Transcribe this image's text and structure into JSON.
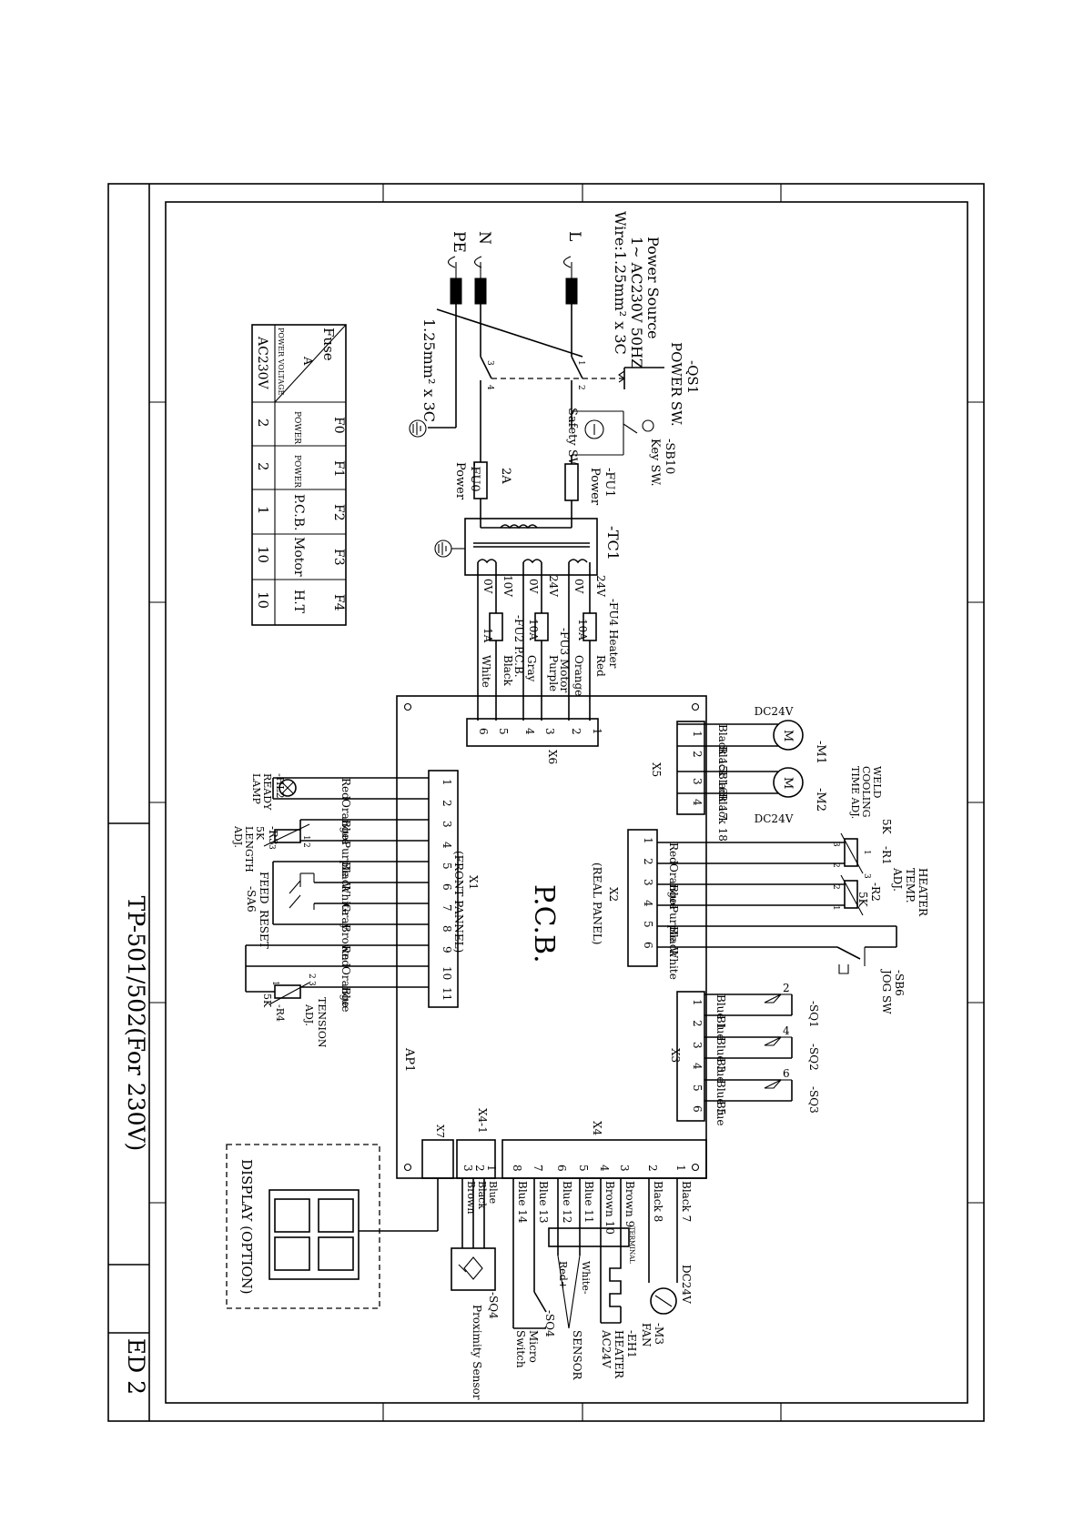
{
  "title_block": {
    "title": "TP-501/502(For 230V)",
    "edition": "ED 2"
  },
  "power": {
    "source_title": "Power Source",
    "source_spec": "1~   AC230V 50HZ",
    "wire_spec": "Wire:1.25mm² x 3C",
    "wire_spec2": "1.25mm² x 3C",
    "L": "L",
    "N": "N",
    "PE": "PE",
    "qs1": "-QS1",
    "qs1_name": "POWER SW.",
    "sb10": "-SB10",
    "sb10_name": "Key SW.",
    "safety": "Safety SW.",
    "safety_rating": "2A",
    "fu1": "-FU1",
    "fu1_name": "Power",
    "fu0": "-FU0",
    "fu0_name": "Power",
    "fu0_rating": "2A",
    "tc1": "-TC1",
    "t1": "1",
    "t2": "2",
    "t3": "3",
    "t4": "4"
  },
  "fuse_table": {
    "header_fuse": "Fuse",
    "header_a": "A",
    "header_voltage": "POWER VOLTAGE",
    "voltage": "AC230V",
    "columns": [
      {
        "name": "F0",
        "desc": "POWER",
        "value": "2"
      },
      {
        "name": "F1",
        "desc": "POWER",
        "value": "2"
      },
      {
        "name": "F2",
        "desc": "P.C.B.",
        "value": "1"
      },
      {
        "name": "F3",
        "desc": "Motor",
        "value": "10"
      },
      {
        "name": "F4",
        "desc": "H.T",
        "value": "10"
      }
    ]
  },
  "transformer_out": {
    "taps": [
      "24V",
      "0V",
      "24V",
      "0V",
      "10V",
      "0V"
    ],
    "fu4": "-FU4 Heater",
    "fu4_rating": "10A",
    "fu4_wires": [
      "Red",
      "Orange"
    ],
    "fu3": "-FU3 Motor",
    "fu3_rating": "10A",
    "fu3_wires": [
      "Purple",
      "Gray"
    ],
    "fu2": "-FU2 P.C.B.",
    "fu2_rating": "1A",
    "fu2_wires": [
      "Black",
      "White"
    ]
  },
  "pcb": {
    "label": "P.C.B.",
    "ap1": "AP1",
    "x6": {
      "name": "X6",
      "pins": [
        "1",
        "2",
        "3",
        "4",
        "5",
        "6"
      ]
    },
    "x5": {
      "name": "X5",
      "pins": [
        "1",
        "2",
        "3",
        "4"
      ]
    },
    "x2": {
      "name": "X2",
      "sub": "(REAL PANEL)",
      "pins": [
        "1",
        "2",
        "3",
        "4",
        "5",
        "6"
      ]
    },
    "x1": {
      "name": "X1",
      "sub": "(FRONT PANNEL)",
      "pins": [
        "1",
        "2",
        "3",
        "4",
        "5",
        "6",
        "7",
        "8",
        "9",
        "10",
        "11"
      ]
    },
    "x3": {
      "name": "X3",
      "pins": [
        "1",
        "2",
        "3",
        "4",
        "5",
        "6"
      ]
    },
    "x4": {
      "name": "X4",
      "pins": [
        "1",
        "2",
        "3",
        "4",
        "5",
        "6",
        "7",
        "8"
      ]
    },
    "x41": {
      "name": "X4-1",
      "pins": [
        "1",
        "2",
        "3"
      ]
    },
    "x7": {
      "name": "X7"
    }
  },
  "motors": {
    "dc": "DC24V",
    "m1": "-M1",
    "m2": "-M2",
    "m": "M",
    "wires": [
      "Black 15",
      "Black 16",
      "Black 17",
      "Black 18"
    ],
    "m2_desc": [
      "WELD",
      "COOLING",
      "TIME ADJ."
    ]
  },
  "x2_side": {
    "wires": [
      "Red",
      "Orange",
      "Blue",
      "Purple",
      "Black",
      "White"
    ],
    "r1": "-R1",
    "r1_val": "5K",
    "r2": "-R2",
    "r2_val": "5K",
    "r2_desc": [
      "HEATER",
      "TEMP.",
      "ADJ."
    ],
    "sb6": "-SB6",
    "sb6_name": "JOG SW",
    "p1": "1",
    "p2": "2",
    "p3": "3"
  },
  "x1_side": {
    "wires": [
      "Red",
      "Orange",
      "Blue",
      "Purple",
      "Black",
      "White",
      "Gray",
      "Brown",
      "Red",
      "Orange",
      "Blue"
    ],
    "hl2": "-HL2",
    "hl2_name": [
      "READY",
      "LAMP"
    ],
    "r3": "-R3",
    "r3_val": "5K",
    "r3_desc": [
      "LENGTH",
      "ADJ."
    ],
    "sa6": "-SA6",
    "feed": "FEED",
    "reset": "RESET",
    "r4": "-R4",
    "r4_val": "5K",
    "r4_desc": [
      "TENSION",
      "ADJ."
    ],
    "p1": "1",
    "p2": "2",
    "p3": "3"
  },
  "x3_side": {
    "wires": [
      "Blue 1",
      "Blue",
      "Blue 3",
      "Blue",
      "Blue 5",
      "Blue"
    ],
    "nums": [
      "2",
      "4",
      "6"
    ],
    "sq": [
      "-SQ1",
      "-SQ2",
      "-SQ3"
    ]
  },
  "x4_side": {
    "wires": [
      "Black 7",
      "Black 8",
      "Brown 9",
      "Brown 10",
      "Blue 11",
      "Blue 12",
      "Blue 13",
      "Blue 14"
    ],
    "x41_wires": [
      "Blue",
      "Black",
      "Brown"
    ],
    "terminal": "TERMINAL",
    "white_minus": "White-",
    "red_plus": "Red+",
    "dc24": "DC24V",
    "m3": "-M3",
    "m3_name": "FAN",
    "eh1": "-EH1",
    "eh1_name": [
      "HEATER",
      "AC24V"
    ],
    "sensor": "SENSOR",
    "sq4a": "-SQ4",
    "sq4a_name": [
      "Micro",
      "Switch"
    ],
    "sq4b": "-SQ4",
    "sq4b_name": "Proximity Sensor"
  },
  "display": {
    "label": "DISPLAY (OPTION)"
  }
}
